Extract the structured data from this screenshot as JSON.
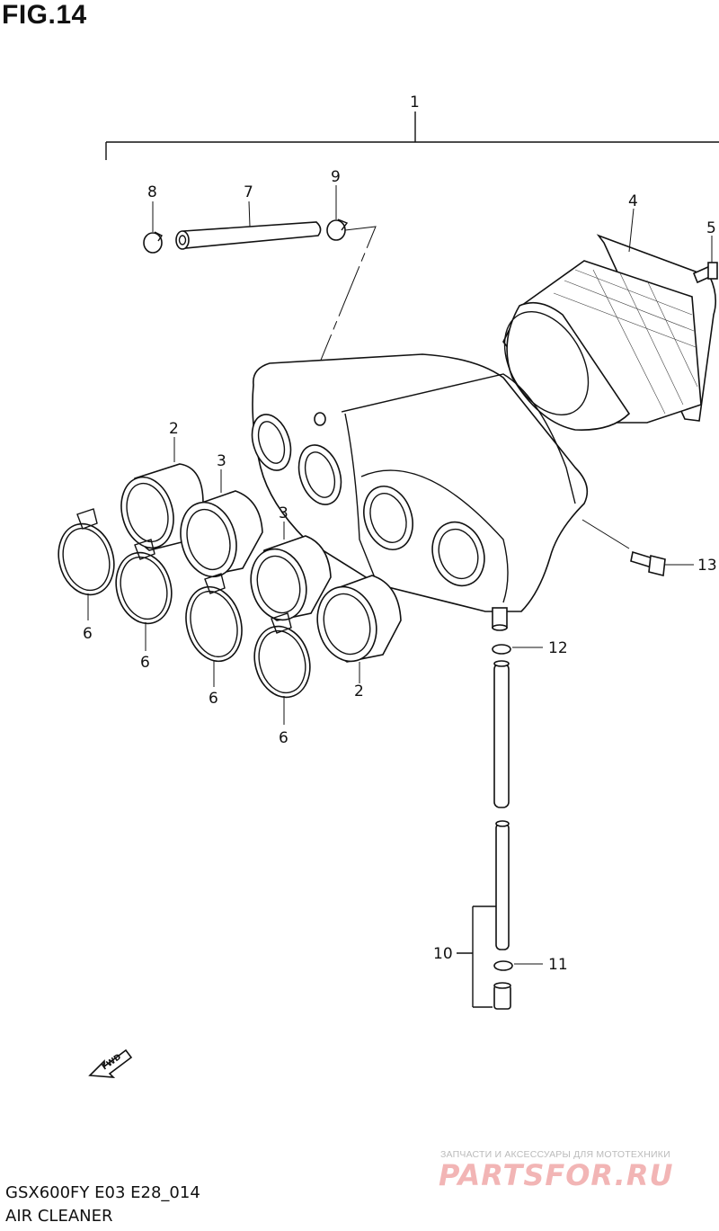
{
  "figure": {
    "title": "FIG.14",
    "model_code": "GSX600FY E03 E28_014",
    "section_name": "AIR CLEANER",
    "fwd_label": "FWD"
  },
  "callouts": {
    "c1": "1",
    "c2a": "2",
    "c2b": "2",
    "c3a": "3",
    "c3b": "3",
    "c4": "4",
    "c5": "5",
    "c6a": "6",
    "c6b": "6",
    "c6c": "6",
    "c6d": "6",
    "c7": "7",
    "c8": "8",
    "c9": "9",
    "c10": "10",
    "c11": "11",
    "c12": "12",
    "c13": "13"
  },
  "watermark": {
    "tagline": "ЗАПЧАСТИ И АКСЕССУАРЫ ДЛЯ МОТОТЕХНИКИ",
    "logo": "PARTSFOR.RU"
  }
}
